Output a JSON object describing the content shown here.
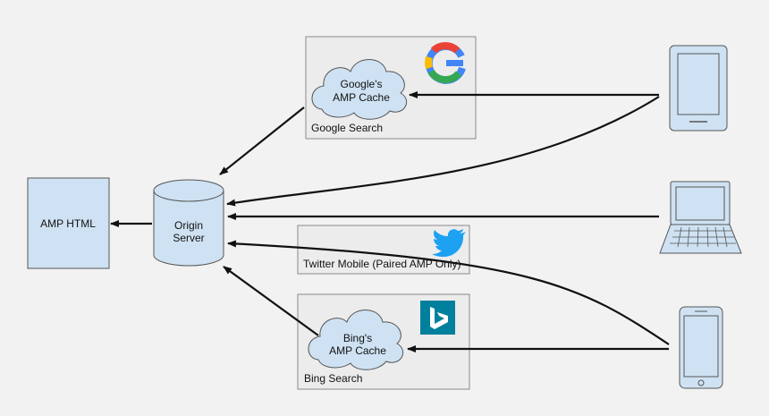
{
  "nodes": {
    "amp_html": {
      "label": "AMP HTML"
    },
    "origin_server": {
      "line1": "Origin",
      "line2": "Server"
    },
    "google_cache": {
      "line1": "Google's",
      "line2": "AMP Cache"
    },
    "google_search": {
      "label": "Google Search"
    },
    "twitter": {
      "label": "Twitter Mobile (Paired AMP Only)"
    },
    "bing_cache": {
      "line1": "Bing's",
      "line2": "AMP Cache"
    },
    "bing_search": {
      "label": "Bing Search"
    }
  },
  "colors": {
    "box_fill": "#cfe2f3",
    "box_stroke": "#555555",
    "panel_fill": "#ececec",
    "panel_stroke": "#8a8a8a",
    "arrow": "#111111",
    "google_red": "#ea4335",
    "google_yellow": "#fbbc05",
    "google_green": "#34a853",
    "google_blue": "#4285f4",
    "twitter_blue": "#1da1f2",
    "bing_teal": "#00809d"
  },
  "icons": [
    "google-logo-icon",
    "twitter-bird-icon",
    "bing-logo-icon",
    "tablet-icon",
    "laptop-icon",
    "phone-icon",
    "cloud-icon",
    "database-cylinder-icon"
  ]
}
